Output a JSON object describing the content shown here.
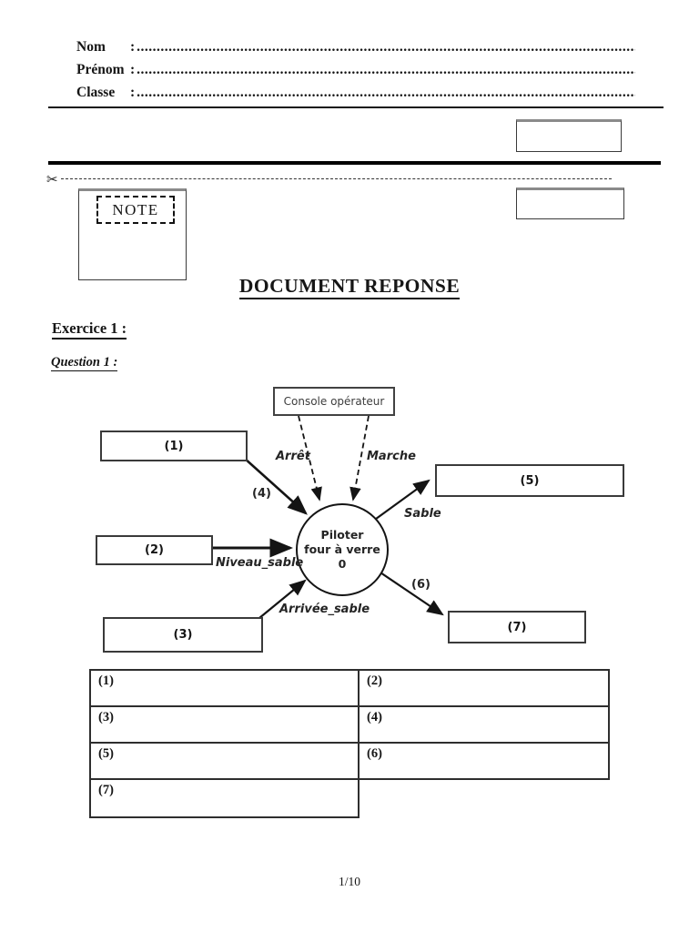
{
  "document": {
    "title": "DOCUMENT REPONSE",
    "page_number": "1/10"
  },
  "student_fields": {
    "nom": {
      "label": "Nom",
      "colon": ":",
      "dots": ".........................................................................................................................................................."
    },
    "prenom": {
      "label": "Prénom",
      "colon": ":",
      "dots": ".........................................................................................................................................................."
    },
    "classe": {
      "label": "Classe",
      "colon": ":",
      "dots": ".........................................................................................................................................................."
    }
  },
  "cut_line": {
    "scissors_glyph": "✂"
  },
  "note_box": {
    "label": "NOTE"
  },
  "headings": {
    "exercise": "Exercice 1 :",
    "question": "Question 1 :"
  },
  "diagram": {
    "console_label": "Console opérateur",
    "process_circle": {
      "line1": "Piloter",
      "line2": "four à verre",
      "line3": "0"
    },
    "boxes": {
      "b1": "(1)",
      "b2": "(2)",
      "b3": "(3)",
      "b5": "(5)",
      "b7": "(7)"
    },
    "labels": {
      "arret": "Arrêt",
      "marche": "Marche",
      "num4": "(4)",
      "sable": "Sable",
      "niveau_sable": "Niveau_sable",
      "arrivee_sable": "Arrivée_sable",
      "num6": "(6)"
    }
  },
  "answer_table": {
    "rows": [
      {
        "left": "(1)",
        "right": "(2)"
      },
      {
        "left": "(3)",
        "right": "(4)"
      },
      {
        "left": "(5)",
        "right": "(6)"
      },
      {
        "left": "(7)",
        "right": ""
      }
    ]
  }
}
